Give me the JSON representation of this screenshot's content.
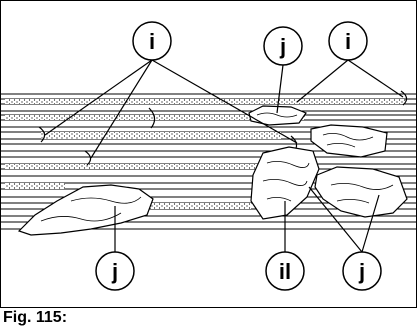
{
  "figure": {
    "caption": "Fig. 115:",
    "labels": {
      "top_left": "i",
      "top_middle": "j",
      "top_right": "i",
      "bottom_left": "j",
      "bottom_middle": "il",
      "bottom_right": "j"
    }
  }
}
